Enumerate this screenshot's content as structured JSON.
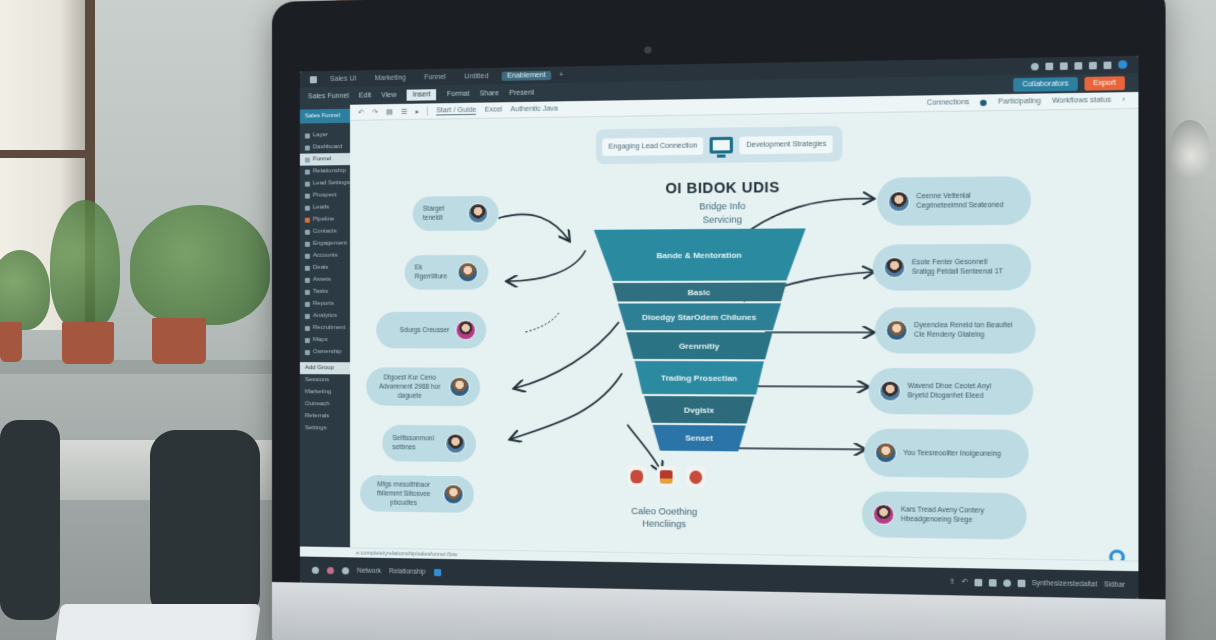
{
  "window": {
    "title_tabs": [
      {
        "label": "Sales UI"
      },
      {
        "label": "Marketing"
      },
      {
        "label": "Funnel"
      },
      {
        "label": "Untitled"
      },
      {
        "label": "Enablement",
        "active": true
      }
    ],
    "title_right_icons": [
      "circle-icon",
      "grid-icon",
      "share-icon",
      "pen-icon",
      "lock-icon",
      "cloud-icon",
      "monitor-icon",
      "user-icon"
    ]
  },
  "menu": {
    "items": [
      {
        "label": "Sales Funnel"
      },
      {
        "label": "Edit"
      },
      {
        "label": "View"
      },
      {
        "label": "Insert",
        "active": true
      },
      {
        "label": "Format"
      },
      {
        "label": "Share"
      },
      {
        "label": "Present"
      }
    ],
    "share_label": "Collaborators",
    "export_label": "Export"
  },
  "toolbar": {
    "tools": [
      "undo",
      "redo",
      "format",
      "align",
      "link"
    ],
    "links": [
      {
        "label": "Start / Guide",
        "active": true
      },
      {
        "label": "Excel"
      },
      {
        "label": "Authentic Java"
      }
    ],
    "right": [
      {
        "label": "Connections"
      },
      {
        "label": "Participating"
      },
      {
        "label": "Workflows status"
      }
    ]
  },
  "sidebar": {
    "brand": "Sales Funnel",
    "items": [
      {
        "label": "Layer"
      },
      {
        "label": "Dashboard"
      },
      {
        "label": "Funnel",
        "highlight": true
      },
      {
        "label": "Relationship"
      },
      {
        "label": "Lead Settings"
      },
      {
        "label": "Prospect"
      },
      {
        "label": "Leads"
      },
      {
        "label": "Pipeline",
        "orange": true
      },
      {
        "label": "Contacts"
      },
      {
        "label": "Engagement"
      },
      {
        "label": "Accounts"
      },
      {
        "label": "Deals"
      },
      {
        "label": "Assets"
      },
      {
        "label": "Tasks"
      },
      {
        "label": "Reports"
      },
      {
        "label": "Analytics"
      },
      {
        "label": "Recruitment"
      },
      {
        "label": "Maps"
      },
      {
        "label": "Ownership"
      },
      {
        "label": "Add Group"
      },
      {
        "label": "Sessions"
      },
      {
        "label": "Marketing"
      },
      {
        "label": "Outreach"
      },
      {
        "label": "Referrals"
      },
      {
        "label": "Settings"
      }
    ]
  },
  "canvas": {
    "header_card": {
      "left_label": "Engaging Lead Connection",
      "right_label": "Development Strategies"
    },
    "title": "OI BIDOK UDIS",
    "subtitle_line1": "Bridge Info",
    "subtitle_line2": "Servicing",
    "funnel_stages": [
      {
        "label": "Bande & Mentoration",
        "color": "#2a8ba0"
      },
      {
        "label": "Basic",
        "color": "#2f6f80"
      },
      {
        "label": "Dioedgy StarOdem Chilunes",
        "color": "#2c7f94"
      },
      {
        "label": "Grenrnitiy",
        "color": "#2a7384"
      },
      {
        "label": "Trading Prosectian",
        "color": "#2c8aa0"
      },
      {
        "label": "Dvgisix",
        "color": "#2d6b7c"
      },
      {
        "label": "Senset",
        "color": "#2a74a8"
      }
    ],
    "left_bubbles": [
      {
        "label": "Starget teneldt"
      },
      {
        "label": "Ek Rgerrlitiure"
      },
      {
        "label": "Sdurgs Creusser"
      },
      {
        "label": "Dtgoest Kur Ceno Advarenent 2988 hor daguete"
      },
      {
        "label": "Selttssonmonl setbnes"
      },
      {
        "label": "Mfgs rnesolthbaor fbllemmt Siltosvee pbcudtes"
      }
    ],
    "right_bubbles": [
      {
        "line1": "Ceenne Vettenlal",
        "line2": "Cegrineteeimnd Seateoned"
      },
      {
        "line1": "Esote Fenter Gesonnetl",
        "line2": "Sratigg Petdall Senteenal 1T"
      },
      {
        "line1": "Dyeenclea Reneld ton Beaufiel",
        "line2": "Cle Rendeny Gtatelng"
      },
      {
        "line1": "Wavend Dhoe Ceotet Anyl",
        "line2": "Bryetd Dtoganhet Eleed"
      },
      {
        "line1": "You Teesreooliter Inolgeoneing",
        "line2": ""
      },
      {
        "line1": "Kars Tread Aveny Contery",
        "line2": "Hbeadgenoeing Srege"
      }
    ],
    "badges": [
      "badge-1",
      "badge-2",
      "badge-3"
    ],
    "badge_caption_line1": "Caleo Ooething",
    "badge_caption_line2": "Hencliings"
  },
  "status_bar": {
    "text": "e.completelyrelationship/salesfunnel.flow"
  },
  "taskbar": {
    "left_items": [
      {
        "label": "Network"
      },
      {
        "label": "Relationship"
      }
    ],
    "right_items": [
      {
        "label": "Synthesizerstedaltat"
      },
      {
        "label": "Sidbar"
      }
    ]
  }
}
